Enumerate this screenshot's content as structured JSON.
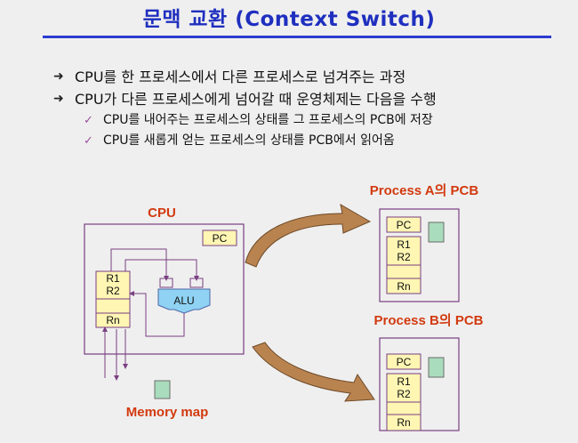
{
  "title": "문맥 교환 (Context Switch)",
  "bullets": [
    {
      "level": 1,
      "text": "CPU를 한 프로세스에서 다른 프로세스로 넘겨주는 과정"
    },
    {
      "level": 1,
      "text": "CPU가 다른 프로세스에게 넘어갈 때 운영체제는 다음을 수행"
    },
    {
      "level": 2,
      "text": "CPU를 내어주는 프로세스의 상태를 그 프로세스의 PCB에 저장"
    },
    {
      "level": 2,
      "text": "CPU를 새롭게 얻는 프로세스의 상태를 PCB에서 읽어옴"
    }
  ],
  "diagram": {
    "cpu_label": "CPU",
    "pc_label": "PC",
    "alu_label": "ALU",
    "registers": [
      "R1",
      "R2",
      "Rn"
    ],
    "memory_map_label": "Memory map",
    "pcb_a_label": "Process A의 PCB",
    "pcb_b_label": "Process B의 PCB"
  },
  "colors": {
    "title": "#1f2fbf",
    "label": "#d23a0f",
    "box_border": "#7a3f82",
    "register_fill": "#fff6b3",
    "alu_fill": "#8fd2f3",
    "green_box": "#a9dcbc",
    "arrow_fill": "#b9834f"
  },
  "icons": {
    "bullet": "arrow-bullet-icon",
    "sub_bullet": "checkmark-icon"
  }
}
